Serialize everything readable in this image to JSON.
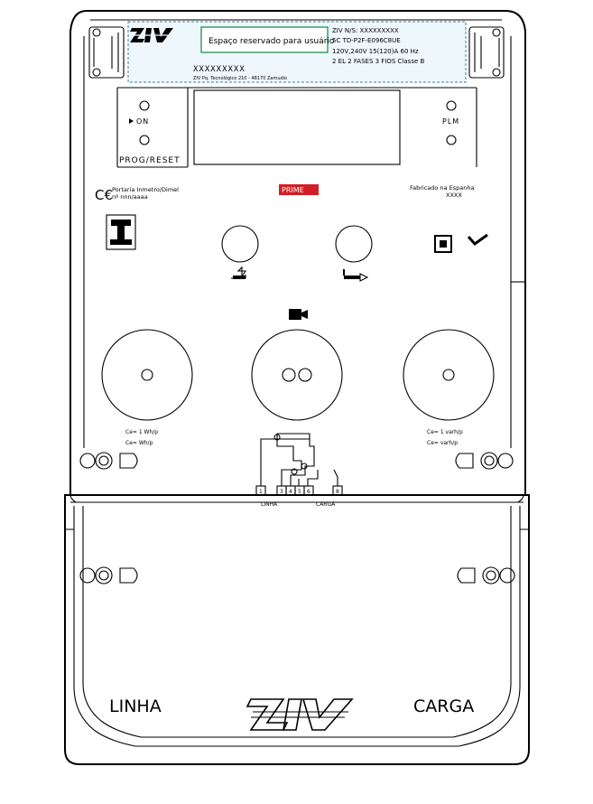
{
  "label": {
    "brand": "ZIV",
    "user_space": "Espaço reservado para usuário",
    "serial_placeholder": "XXXXXXXXX",
    "address": "ZIV Pq. Tecnológico 210 - 48170 Zamudio",
    "spec_line_1": "ZIV N/S: XXXXXXXXX",
    "spec_line_2": "5C TD-P2F-E096C8UE",
    "spec_line_3": "120V,240V 15(120)A 60 Hz",
    "spec_line_4": "2 EL 2 FASES 3 FIOS Classe B"
  },
  "leds": {
    "on": "ON",
    "plm": "PLM",
    "prog_reset": "PROG/RESET"
  },
  "approval": {
    "portaria": "Portaria Inmetro/Dimel",
    "numero": "nº nnn/aaaa",
    "fabricado": "Fabricado na Espanha",
    "fabricado_code": "XXXX",
    "logo_text": "PRIME"
  },
  "constants": {
    "left_1": "Ce= 1 Wh/p",
    "left_2": "Ce= Wh/p",
    "right_1": "Ce= 1 varh/p",
    "right_2": "Ce= varh/p"
  },
  "wiring": {
    "terminals": [
      "1",
      "3",
      "4",
      "5",
      "6",
      "8"
    ],
    "linha": "LINHA",
    "carga": "CARGA"
  },
  "cover": {
    "linha": "LINHA",
    "carga": "CARGA",
    "brand": "ZIV"
  }
}
